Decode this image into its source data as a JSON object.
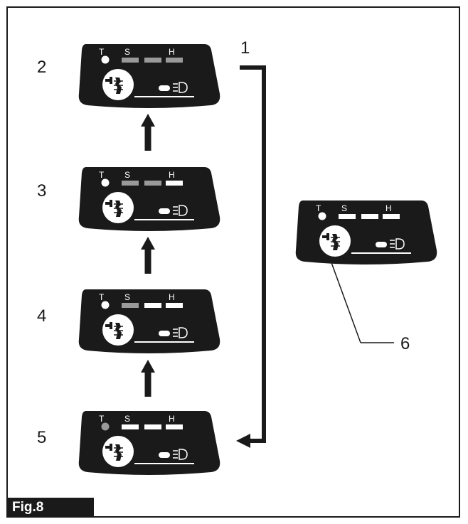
{
  "figure_label": "Fig.8",
  "callouts": {
    "c1": "1",
    "c2": "2",
    "c3": "3",
    "c4": "4",
    "c5": "5",
    "c6": "6"
  },
  "panel_text": {
    "t": "T",
    "s": "S",
    "h": "H"
  },
  "colors": {
    "panel": "#1a1a1a",
    "lit": "#ffffff",
    "dim": "#9a9a9a"
  },
  "panels": [
    {
      "id": "p2",
      "t_lamp": "lit",
      "bars": [
        "dim",
        "dim",
        "dim"
      ]
    },
    {
      "id": "p3",
      "t_lamp": "lit",
      "bars": [
        "dim",
        "dim",
        "lit"
      ]
    },
    {
      "id": "p4",
      "t_lamp": "lit",
      "bars": [
        "dim",
        "lit",
        "lit"
      ]
    },
    {
      "id": "p5",
      "t_lamp": "dim",
      "bars": [
        "lit",
        "lit",
        "lit"
      ]
    },
    {
      "id": "p6",
      "t_lamp": "lit",
      "bars": [
        "lit",
        "lit",
        "lit"
      ]
    }
  ]
}
